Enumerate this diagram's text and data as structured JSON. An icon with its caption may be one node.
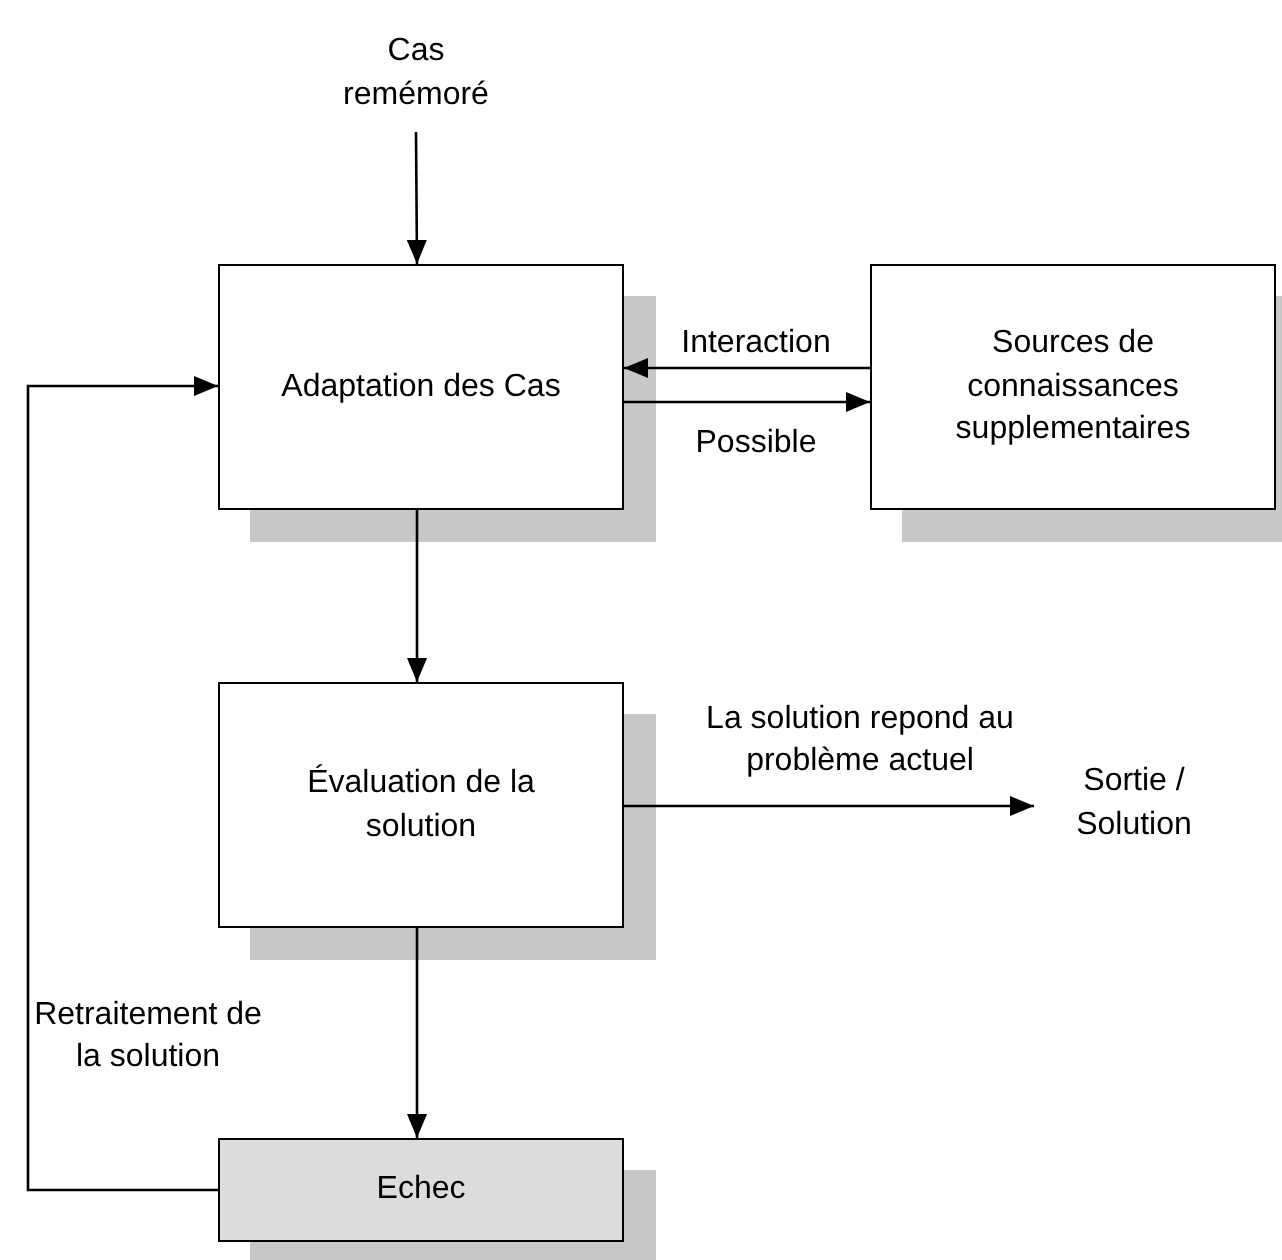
{
  "diagram": {
    "nodes": [
      {
        "text": [
          "Cas remémoré"
        ]
      },
      {
        "text": [
          "Adaptation des Cas"
        ]
      },
      {
        "text": [
          "Sources de connaissances supplementaires"
        ]
      },
      {
        "text": [
          "Évaluation de la solution"
        ]
      },
      {
        "text": [
          "Sortie / Solution"
        ]
      },
      {
        "text": [
          "Echec"
        ]
      }
    ],
    "edges": [
      {
        "from": 0,
        "to": 1,
        "arrow": "to"
      },
      {
        "from": 2,
        "to": 1,
        "arrow": "to",
        "label": "Interaction"
      },
      {
        "from": 1,
        "to": 2,
        "arrow": "to",
        "label": "Possible"
      },
      {
        "from": 1,
        "to": 3,
        "arrow": "to"
      },
      {
        "from": 3,
        "to": 4,
        "arrow": "to",
        "label": "La solution repond au problème actuel"
      },
      {
        "from": 3,
        "to": 5,
        "arrow": "to"
      },
      {
        "from": 5,
        "to": 1,
        "arrow": "to",
        "label": "Retraitement de la solution"
      }
    ]
  }
}
